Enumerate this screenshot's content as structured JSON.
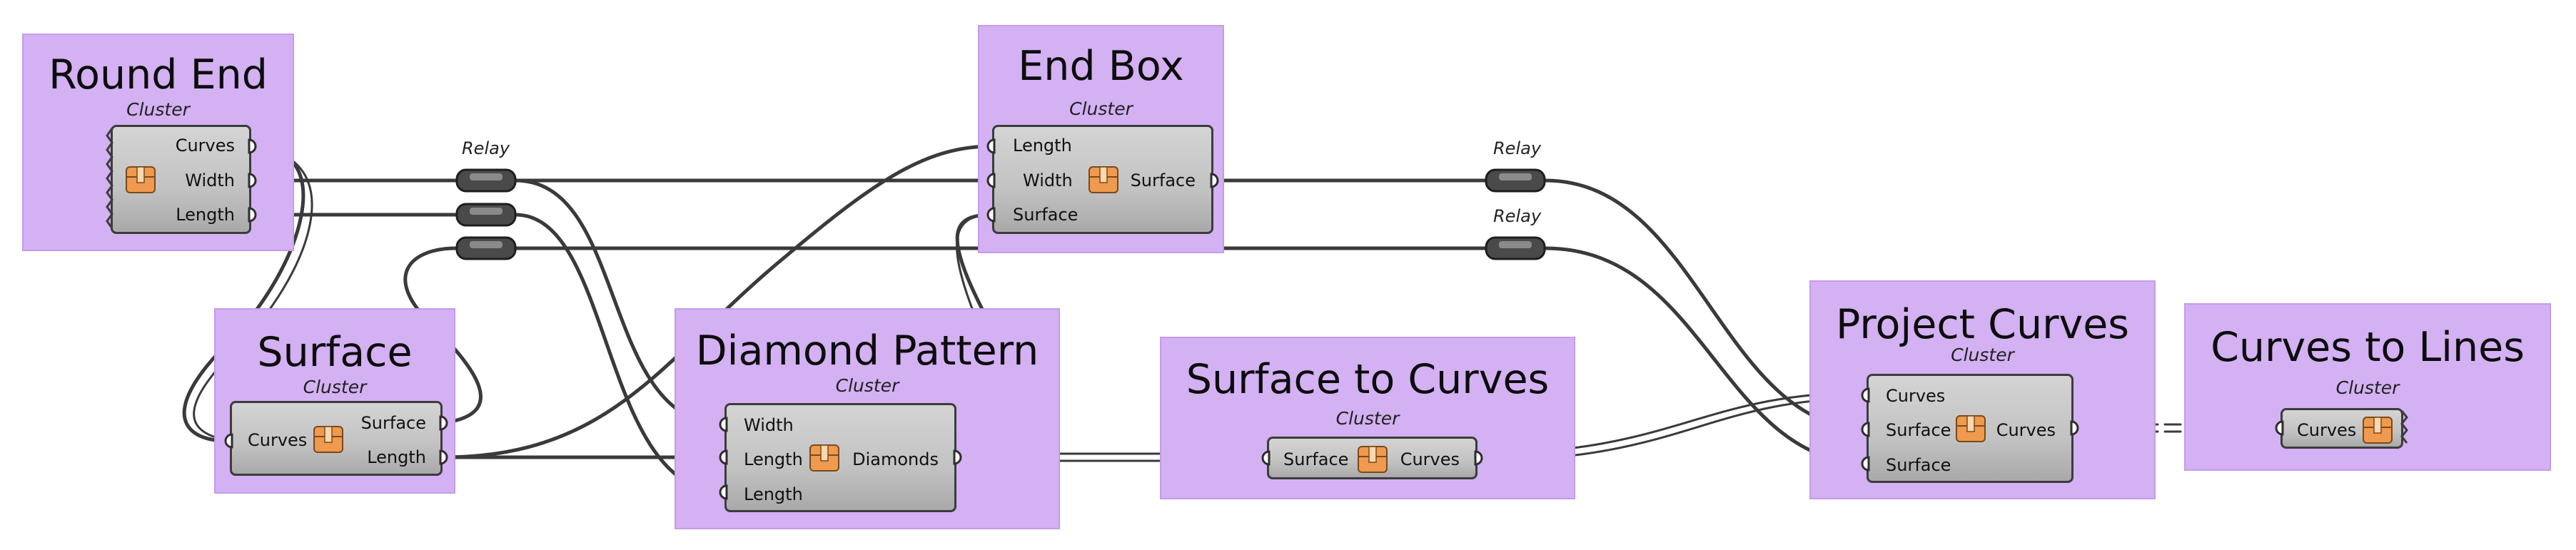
{
  "clusters": {
    "round_end": {
      "title": "Round End",
      "subtitle": "Cluster",
      "inputs": [],
      "outputs": [
        "Curves",
        "Width",
        "Length"
      ]
    },
    "surface": {
      "title": "Surface",
      "subtitle": "Cluster",
      "inputs": [
        "Curves"
      ],
      "outputs": [
        "Surface",
        "Length"
      ]
    },
    "end_box": {
      "title": "End Box",
      "subtitle": "Cluster",
      "inputs": [
        "Length",
        "Width",
        "Surface"
      ],
      "outputs": [
        "Surface"
      ]
    },
    "diamond_pattern": {
      "title": "Diamond Pattern",
      "subtitle": "Cluster",
      "inputs": [
        "Width",
        "Length",
        "Length"
      ],
      "outputs": [
        "Diamonds"
      ]
    },
    "surface_to_curves": {
      "title": "Surface to Curves",
      "subtitle": "Cluster",
      "inputs": [
        "Surface"
      ],
      "outputs": [
        "Curves"
      ]
    },
    "project_curves": {
      "title": "Project Curves",
      "subtitle": "Cluster",
      "inputs": [
        "Curves",
        "Surface",
        "Surface"
      ],
      "outputs": [
        "Curves"
      ]
    },
    "curves_to_lines": {
      "title": "Curves to Lines",
      "subtitle": "Cluster",
      "inputs": [
        "Curves"
      ],
      "outputs": []
    }
  },
  "relays": {
    "relay_1": {
      "label": "Relay"
    },
    "relay_2": {
      "label": ""
    },
    "relay_3": {
      "label": ""
    },
    "relay_4": {
      "label": "Relay"
    },
    "relay_5": {
      "label": "Relay"
    }
  },
  "icons": {
    "cluster_icon": "package-box-icon"
  },
  "colors": {
    "group_fill": "#d3b1f3",
    "group_border": "#c49ceb",
    "node_fill": "#c2c2c2",
    "wire": "#3a3a3a",
    "box_icon": "#ef9a4e"
  }
}
